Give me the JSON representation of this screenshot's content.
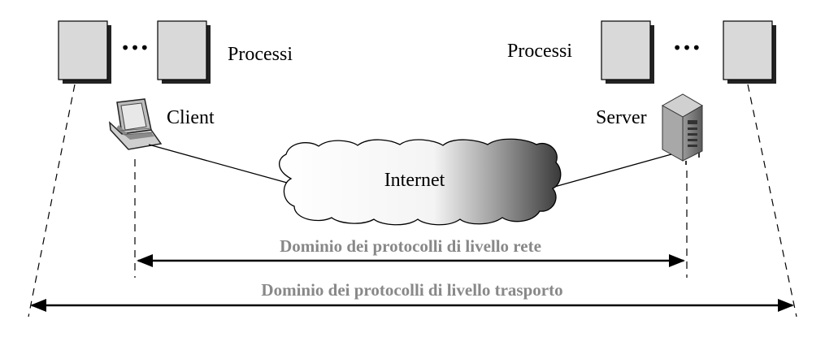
{
  "labels": {
    "processes_left": "Processi",
    "processes_right": "Processi",
    "client": "Client",
    "server": "Server",
    "internet": "Internet",
    "network_domain": "Dominio dei protocolli di livello rete",
    "transport_domain": "Dominio dei protocolli di livello trasporto",
    "ellipsis_left": "•••",
    "ellipsis_right": "•••"
  },
  "icons": {
    "client": "laptop-icon",
    "server": "server-tower-icon"
  },
  "colors": {
    "domain_text": "#888888",
    "process_box": "#d9d9d9",
    "process_shadow": "#222222"
  }
}
